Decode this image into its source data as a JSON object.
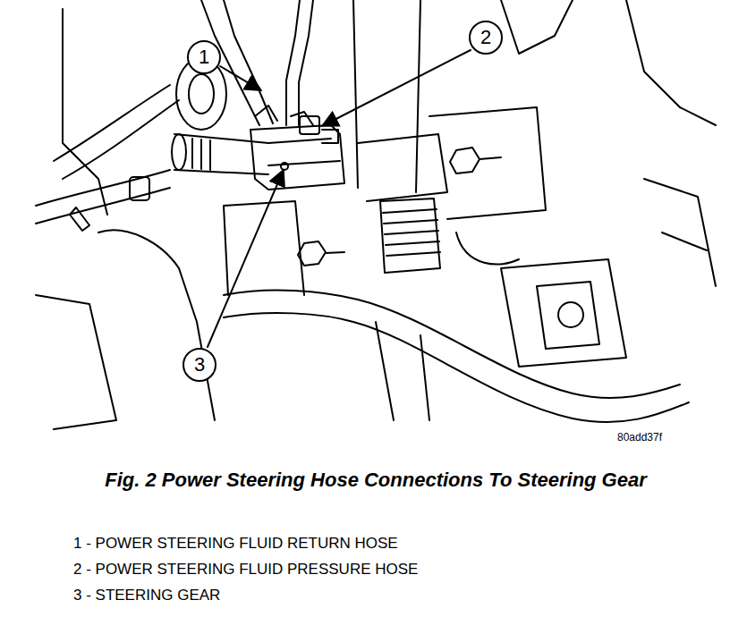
{
  "diagram": {
    "caption": "Fig. 2 Power Steering Hose Connections To Steering Gear",
    "labels": [
      "1",
      "2",
      "3",
      "80add37f",
      "1 - POWER STEERING FLUID RETURN HOSE",
      "2 - POWER STEERING FLUID PRESSURE HOSE",
      "3 - STEERING GEAR"
    ]
  }
}
